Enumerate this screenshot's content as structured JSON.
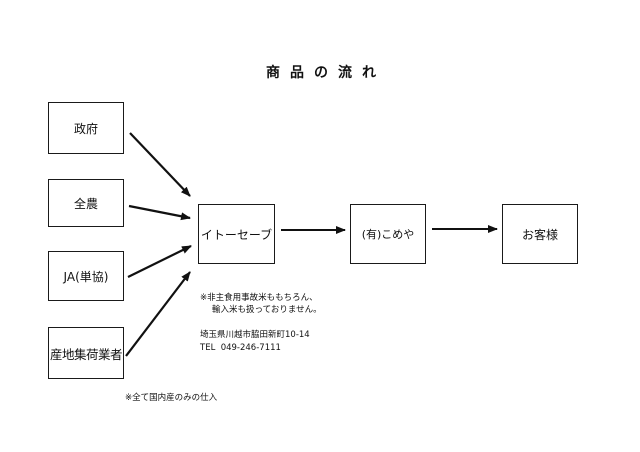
{
  "title": "商品の流れ",
  "sources": [
    {
      "label": "政府"
    },
    {
      "label": "全農"
    },
    {
      "label": "JA(単協)"
    },
    {
      "label": "産地集荷業者"
    }
  ],
  "chain": [
    {
      "label": "イトーセーブ"
    },
    {
      "label": "(有)こめや"
    },
    {
      "label": "お客様"
    }
  ],
  "notes": {
    "line1": "※非主食用事故米ももちろん、",
    "line2": "輸入米も扱っておりません。",
    "address": "埼玉県川越市脇田新町10-14",
    "tel": "TEL  049-246-7111"
  },
  "footnote": "※全て国内産のみの仕入"
}
